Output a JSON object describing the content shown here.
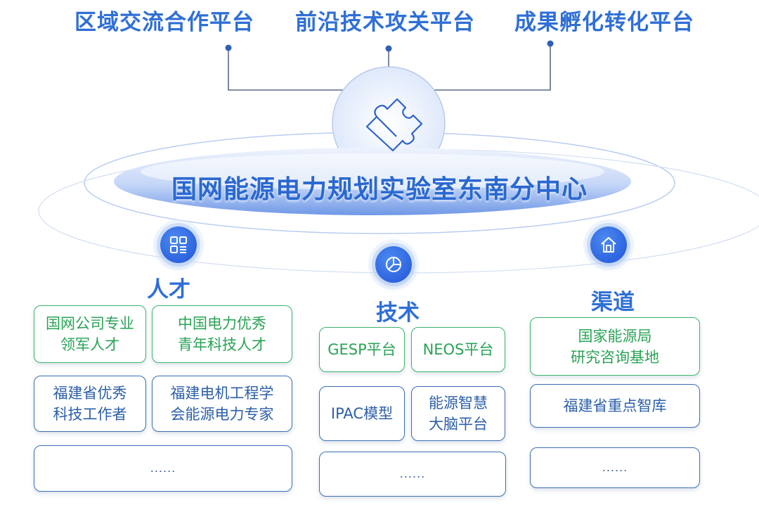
{
  "platforms": [
    "区域交流合作平台",
    "前沿技术攻关平台",
    "成果孵化转化平台"
  ],
  "center_title": "国网能源电力规划实验室东南分中心",
  "colors": {
    "title_blue": "#2f6fd6",
    "green": "#3db56c",
    "dark_blue": "#3b6fb4"
  },
  "columns": {
    "talent": {
      "title": "人才",
      "icon": "grid-icon",
      "items": [
        "国网公司专业\n领军人才",
        "中国电力优秀\n青年科技人才",
        "福建省优秀\n科技工作者",
        "福建电机工程学\n会能源电力专家",
        "......"
      ]
    },
    "technology": {
      "title": "技术",
      "icon": "pie-chart-icon",
      "items": [
        "GESP平台",
        "NEOS平台",
        "IPAC模型",
        "能源智慧\n大脑平台",
        "......"
      ]
    },
    "channel": {
      "title": "渠道",
      "icon": "house-icon",
      "items": [
        "国家能源局\n研究咨询基地",
        "福建省重点智库",
        "......"
      ]
    }
  }
}
